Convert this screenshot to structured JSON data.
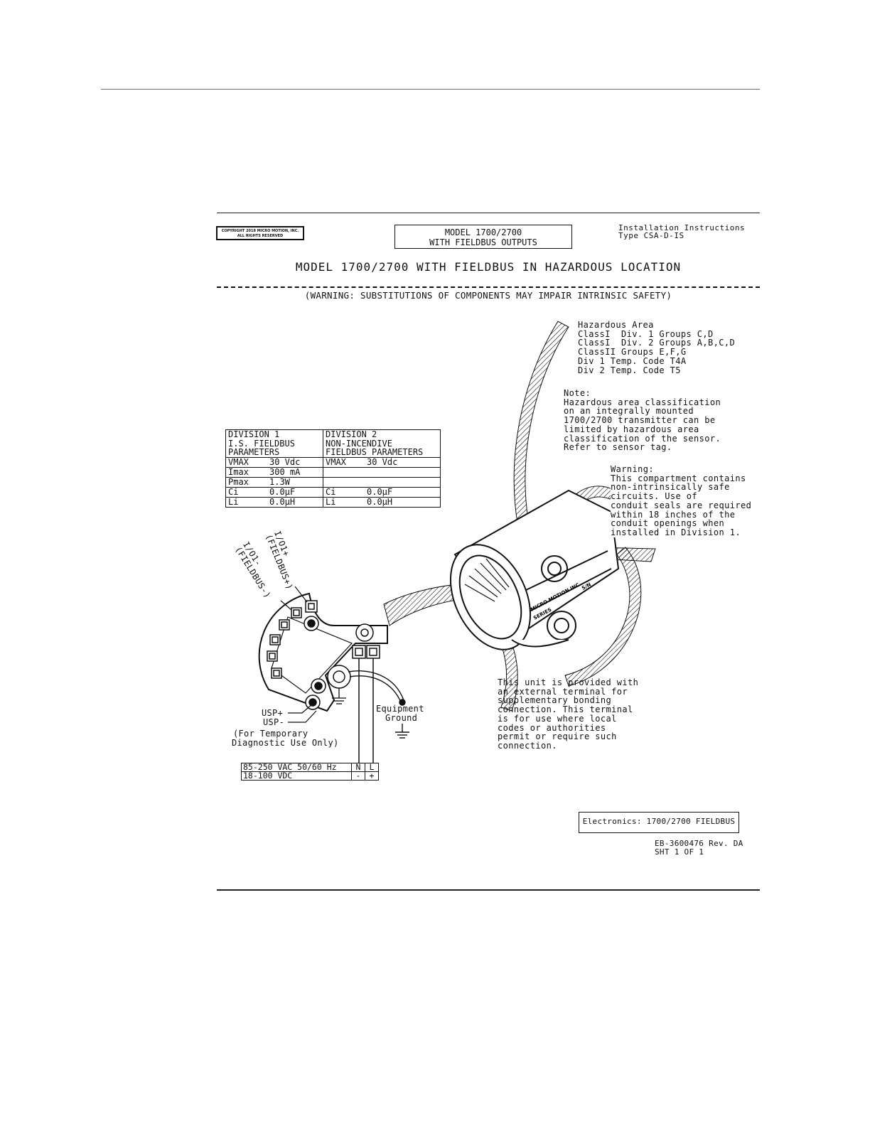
{
  "copyright": {
    "line1": "COPYRIGHT 2018 MICRO MOTION, INC.",
    "line2": "ALL RIGHTS RESERVED"
  },
  "model_box": {
    "line1": "MODEL 1700/2700",
    "line2": "WITH FIELDBUS OUTPUTS"
  },
  "install": {
    "line1": "Installation Instructions",
    "line2": "Type CSA-D-IS"
  },
  "main_title": "MODEL 1700/2700 WITH FIELDBUS IN HAZARDOUS LOCATION",
  "warning": "(WARNING: SUBSTITUTIONS OF COMPONENTS MAY IMPAIR INTRINSIC SAFETY)",
  "hazardous_area": {
    "title": "Hazardous Area",
    "lines": [
      "ClassI  Div. 1 Groups C,D",
      "ClassI  Div. 2 Groups A,B,C,D",
      "ClassII Groups E,F,G",
      "Div 1 Temp. Code T4A",
      "Div 2 Temp. Code T5"
    ]
  },
  "note": {
    "title": "Note:",
    "lines": [
      "Hazardous area classification",
      "on an integrally mounted",
      "1700/2700 transmitter can be",
      "limited by hazardous area",
      "classification of the sensor.",
      "Refer to sensor tag."
    ]
  },
  "warning_box": {
    "title": "Warning:",
    "lines": [
      "This compartment contains",
      "non-intrinsically safe",
      "circuits. Use of",
      "conduit seals are required",
      "within 18 inches of the",
      "conduit openings when",
      "installed in Division 1."
    ]
  },
  "params_table": {
    "div1_header": [
      "DIVISION 1",
      "I.S. FIELDBUS",
      "PARAMETERS"
    ],
    "div2_header": [
      "DIVISION 2",
      "NON-INCENDIVE",
      "FIELDBUS PARAMETERS"
    ],
    "rows": [
      {
        "k1": "VMAX",
        "v1": "30 Vdc",
        "k2": "VMAX",
        "v2": "30 Vdc"
      },
      {
        "k1": "Imax",
        "v1": "300 mA",
        "k2": "",
        "v2": ""
      },
      {
        "k1": "Pmax",
        "v1": "1.3W",
        "k2": "",
        "v2": ""
      },
      {
        "k1": "Ci",
        "v1": "0.0µF",
        "k2": "Ci",
        "v2": "0.0µF"
      },
      {
        "k1": "Li",
        "v1": "0.0µH",
        "k2": "Li",
        "v2": "0.0µH"
      }
    ]
  },
  "terminals": {
    "io1_plus": "I/O1+",
    "fieldbus_plus": "(FIELDBUS+)",
    "io1_minus": "I/O1-",
    "fieldbus_minus": "(FIELDBUS-)",
    "usp_plus": "USP+",
    "usp_minus": "USP-",
    "temp_line1": "(For Temporary",
    "temp_line2": "Diagnostic Use Only)",
    "equip_line1": "Equipment",
    "equip_line2": "Ground"
  },
  "device_label": {
    "brand": "MICRO MOTION INC",
    "model": "SERIES",
    "sn": "S/N"
  },
  "bonding_note": {
    "lines": [
      "This unit is provided with",
      "an external terminal for",
      "supplementary bonding",
      "connection. This terminal",
      "is for use where local",
      "codes or authorities",
      "permit or require such",
      "connection."
    ]
  },
  "power_table": {
    "row1": {
      "label": "85-250 VAC 50/60 Hz",
      "a": "N",
      "b": "L"
    },
    "row2": {
      "label": "18-100 VDC",
      "a": "-",
      "b": "+"
    }
  },
  "electronics": "Electronics: 1700/2700 FIELDBUS",
  "doc_number": {
    "line1": "EB-3600476 Rev. DA",
    "line2": "SHT 1 OF 1"
  }
}
